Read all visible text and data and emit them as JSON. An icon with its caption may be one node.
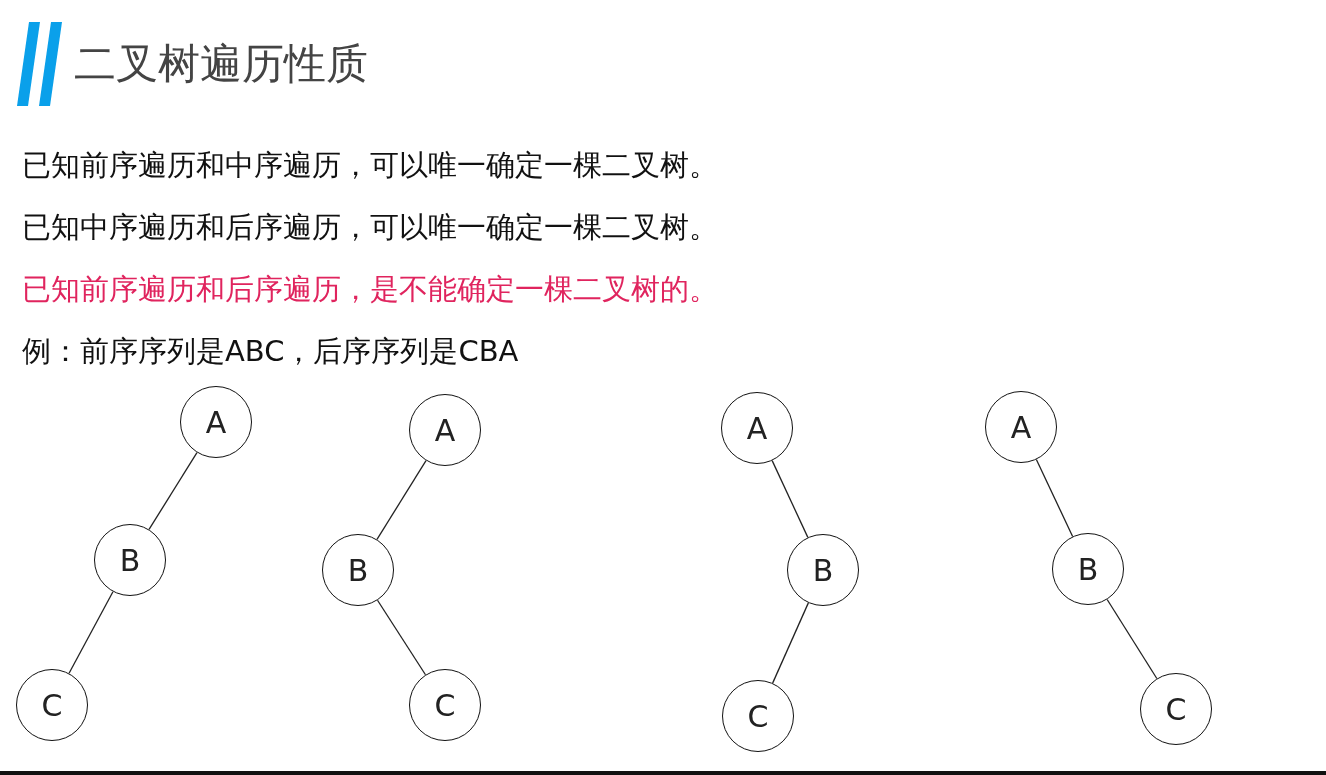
{
  "diagram": {
    "title": "二叉树遍历性质",
    "nodes": [
      {
        "text": [
          "A"
        ]
      },
      {
        "text": [
          "B"
        ]
      },
      {
        "text": [
          "C"
        ]
      },
      {
        "text": [
          "A"
        ]
      },
      {
        "text": [
          "B"
        ]
      },
      {
        "text": [
          "C"
        ]
      },
      {
        "text": [
          "A"
        ]
      },
      {
        "text": [
          "B"
        ]
      },
      {
        "text": [
          "C"
        ]
      },
      {
        "text": [
          "A"
        ]
      },
      {
        "text": [
          "B"
        ]
      },
      {
        "text": [
          "C"
        ]
      }
    ],
    "edges": [
      {
        "from": 0,
        "to": 1,
        "arrow": "none"
      },
      {
        "from": 1,
        "to": 2,
        "arrow": "none"
      },
      {
        "from": 3,
        "to": 4,
        "arrow": "none"
      },
      {
        "from": 4,
        "to": 5,
        "arrow": "none"
      },
      {
        "from": 6,
        "to": 7,
        "arrow": "none"
      },
      {
        "from": 7,
        "to": 8,
        "arrow": "none"
      },
      {
        "from": 9,
        "to": 10,
        "arrow": "none"
      },
      {
        "from": 10,
        "to": 11,
        "arrow": "none"
      }
    ],
    "labels": [
      "已知前序遍历和中序遍历，可以唯一确定一棵二叉树。",
      "已知中序遍历和后序遍历，可以唯一确定一棵二叉树。",
      "已知前序遍历和后序遍历，是不能确定一棵二叉树的。",
      "例：前序序列是ABC，后序序列是CBA"
    ]
  }
}
